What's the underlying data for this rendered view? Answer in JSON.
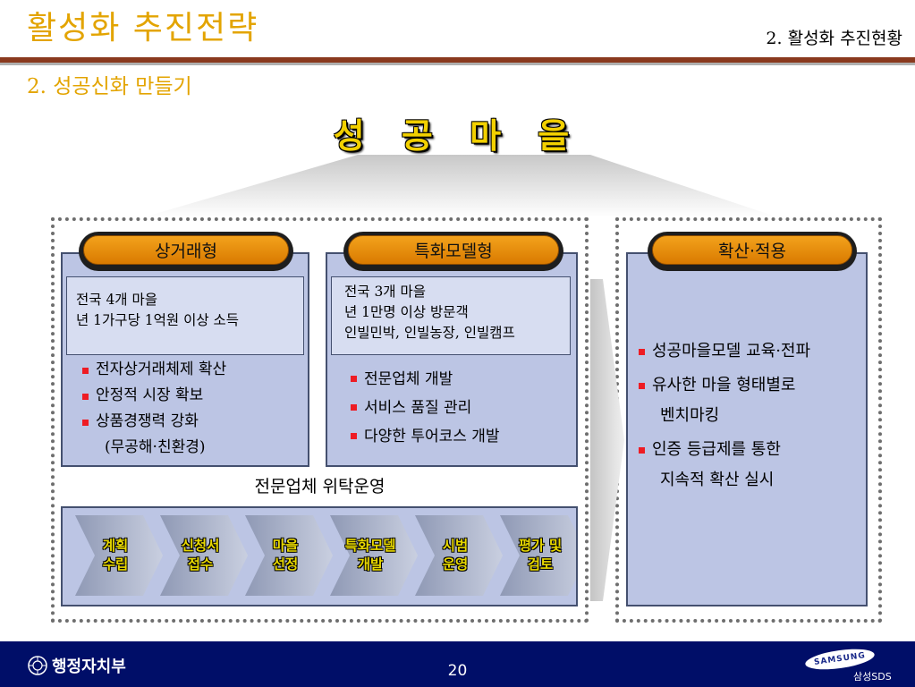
{
  "header": {
    "title": "활성화 추진전략",
    "section": "2. 활성화 추진현황",
    "subtitle": "2. 성공신화 만들기",
    "hero_title": "성 공 마 을"
  },
  "colors": {
    "title_gold": "#e3a400",
    "header_rule": "#8a3a1e",
    "panel_fill": "#bcc5e4",
    "pill_orange": "#f3a21c",
    "bullet_red": "#ee1c24",
    "footer_navy": "#000e68"
  },
  "commerce": {
    "label": "상거래형",
    "info": [
      "전국 4개 마을",
      "년 1가구당 1억원 이상 소득"
    ],
    "bullets": [
      "전자상거래체제 확산",
      "안정적 시장 확보",
      "상품경쟁력 강화"
    ],
    "bullet_cont": "(무공해·친환경)"
  },
  "special": {
    "label": "특화모델형",
    "info": [
      "전국 3개 마을",
      "년 1만명 이상 방문객",
      "인빌민박, 인빌농장, 인빌캠프"
    ],
    "bullets": [
      "전문업체 개발",
      "서비스 품질 관리",
      "다양한 투어코스 개발"
    ]
  },
  "spread": {
    "label": "확산·적용",
    "bullet1": "성공마을모델 교육·전파",
    "bullet2": "유사한 마을 형태별로",
    "bullet2_cont": "벤치마킹",
    "bullet3": "인증 등급제를 통한",
    "bullet3_cont": "지속적 확산 실시"
  },
  "outsource_label": "전문업체 위탁운영",
  "process": {
    "steps": [
      {
        "line1": "계획",
        "line2": "수립"
      },
      {
        "line1": "신청서",
        "line2": "접수"
      },
      {
        "line1": "마을",
        "line2": "선정"
      },
      {
        "line1": "특화모델",
        "line2": "개발"
      },
      {
        "line1": "시범",
        "line2": "운영"
      },
      {
        "line1": "평가 및",
        "line2": "검토"
      }
    ]
  },
  "footer": {
    "org": "행정자치부",
    "page": "20",
    "brand": "SAMSUNG",
    "brand_sub": "삼성SDS"
  }
}
